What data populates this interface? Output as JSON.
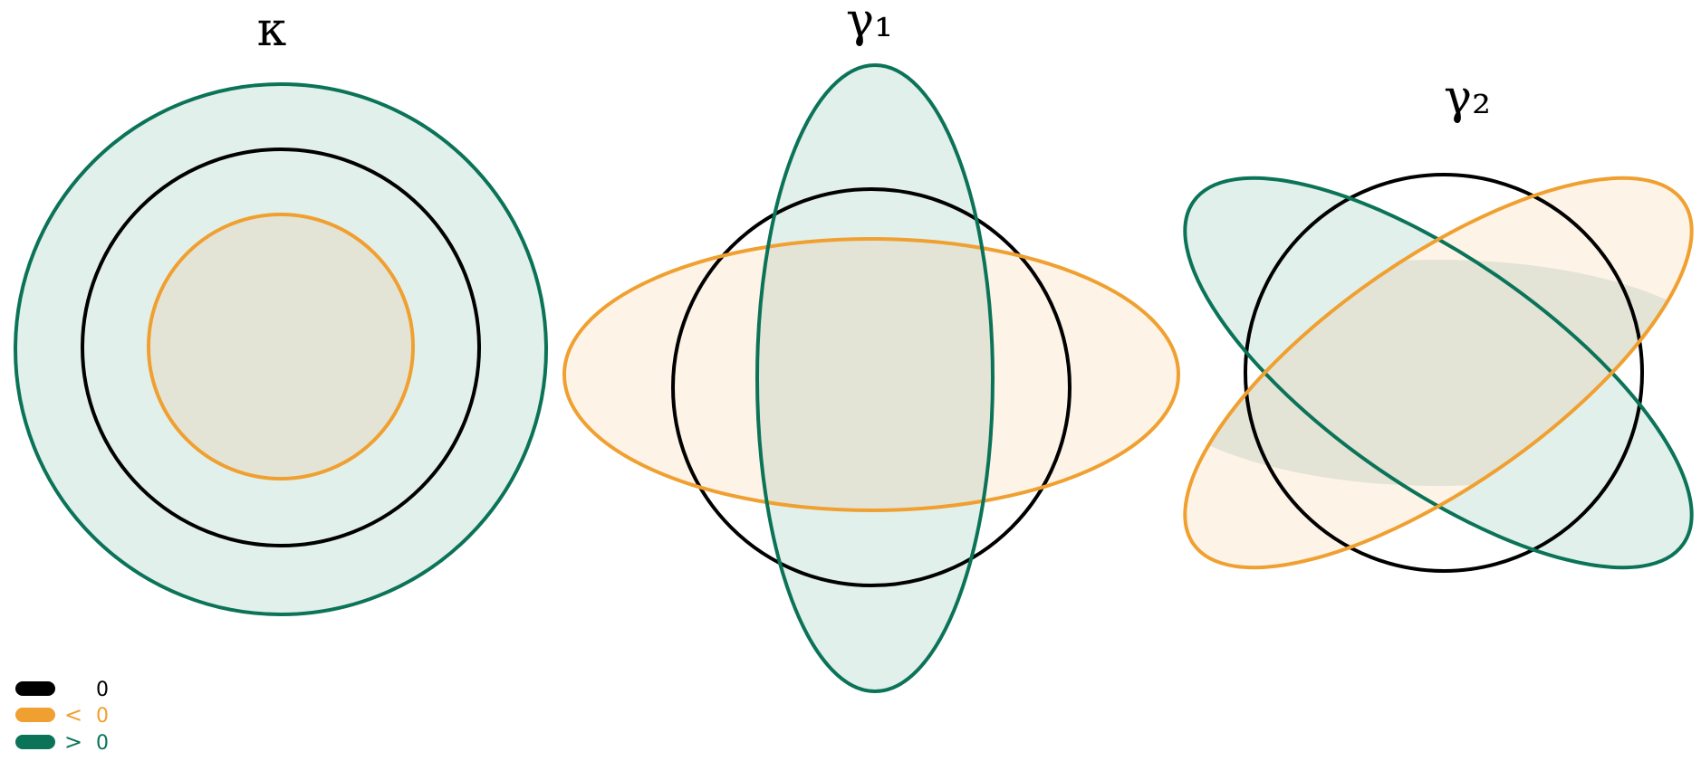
{
  "colors": {
    "baseline": "#000000",
    "less": "#f0a030",
    "greater": "#0b7358",
    "less_fill": "#fdf3e7",
    "greater_fill": "#e2f0ec",
    "overlap_fill": "#e3e4d6"
  },
  "panels": [
    {
      "id": "kappa",
      "title": "κ"
    },
    {
      "id": "gamma1",
      "title": "γ₁"
    },
    {
      "id": "gamma2",
      "title": "γ₂"
    }
  ],
  "legend": [
    {
      "swatch": "baseline",
      "symbol": "",
      "value": "0"
    },
    {
      "swatch": "less",
      "symbol": "<",
      "value": "0"
    },
    {
      "swatch": "greater",
      "symbol": ">",
      "value": "0"
    }
  ]
}
